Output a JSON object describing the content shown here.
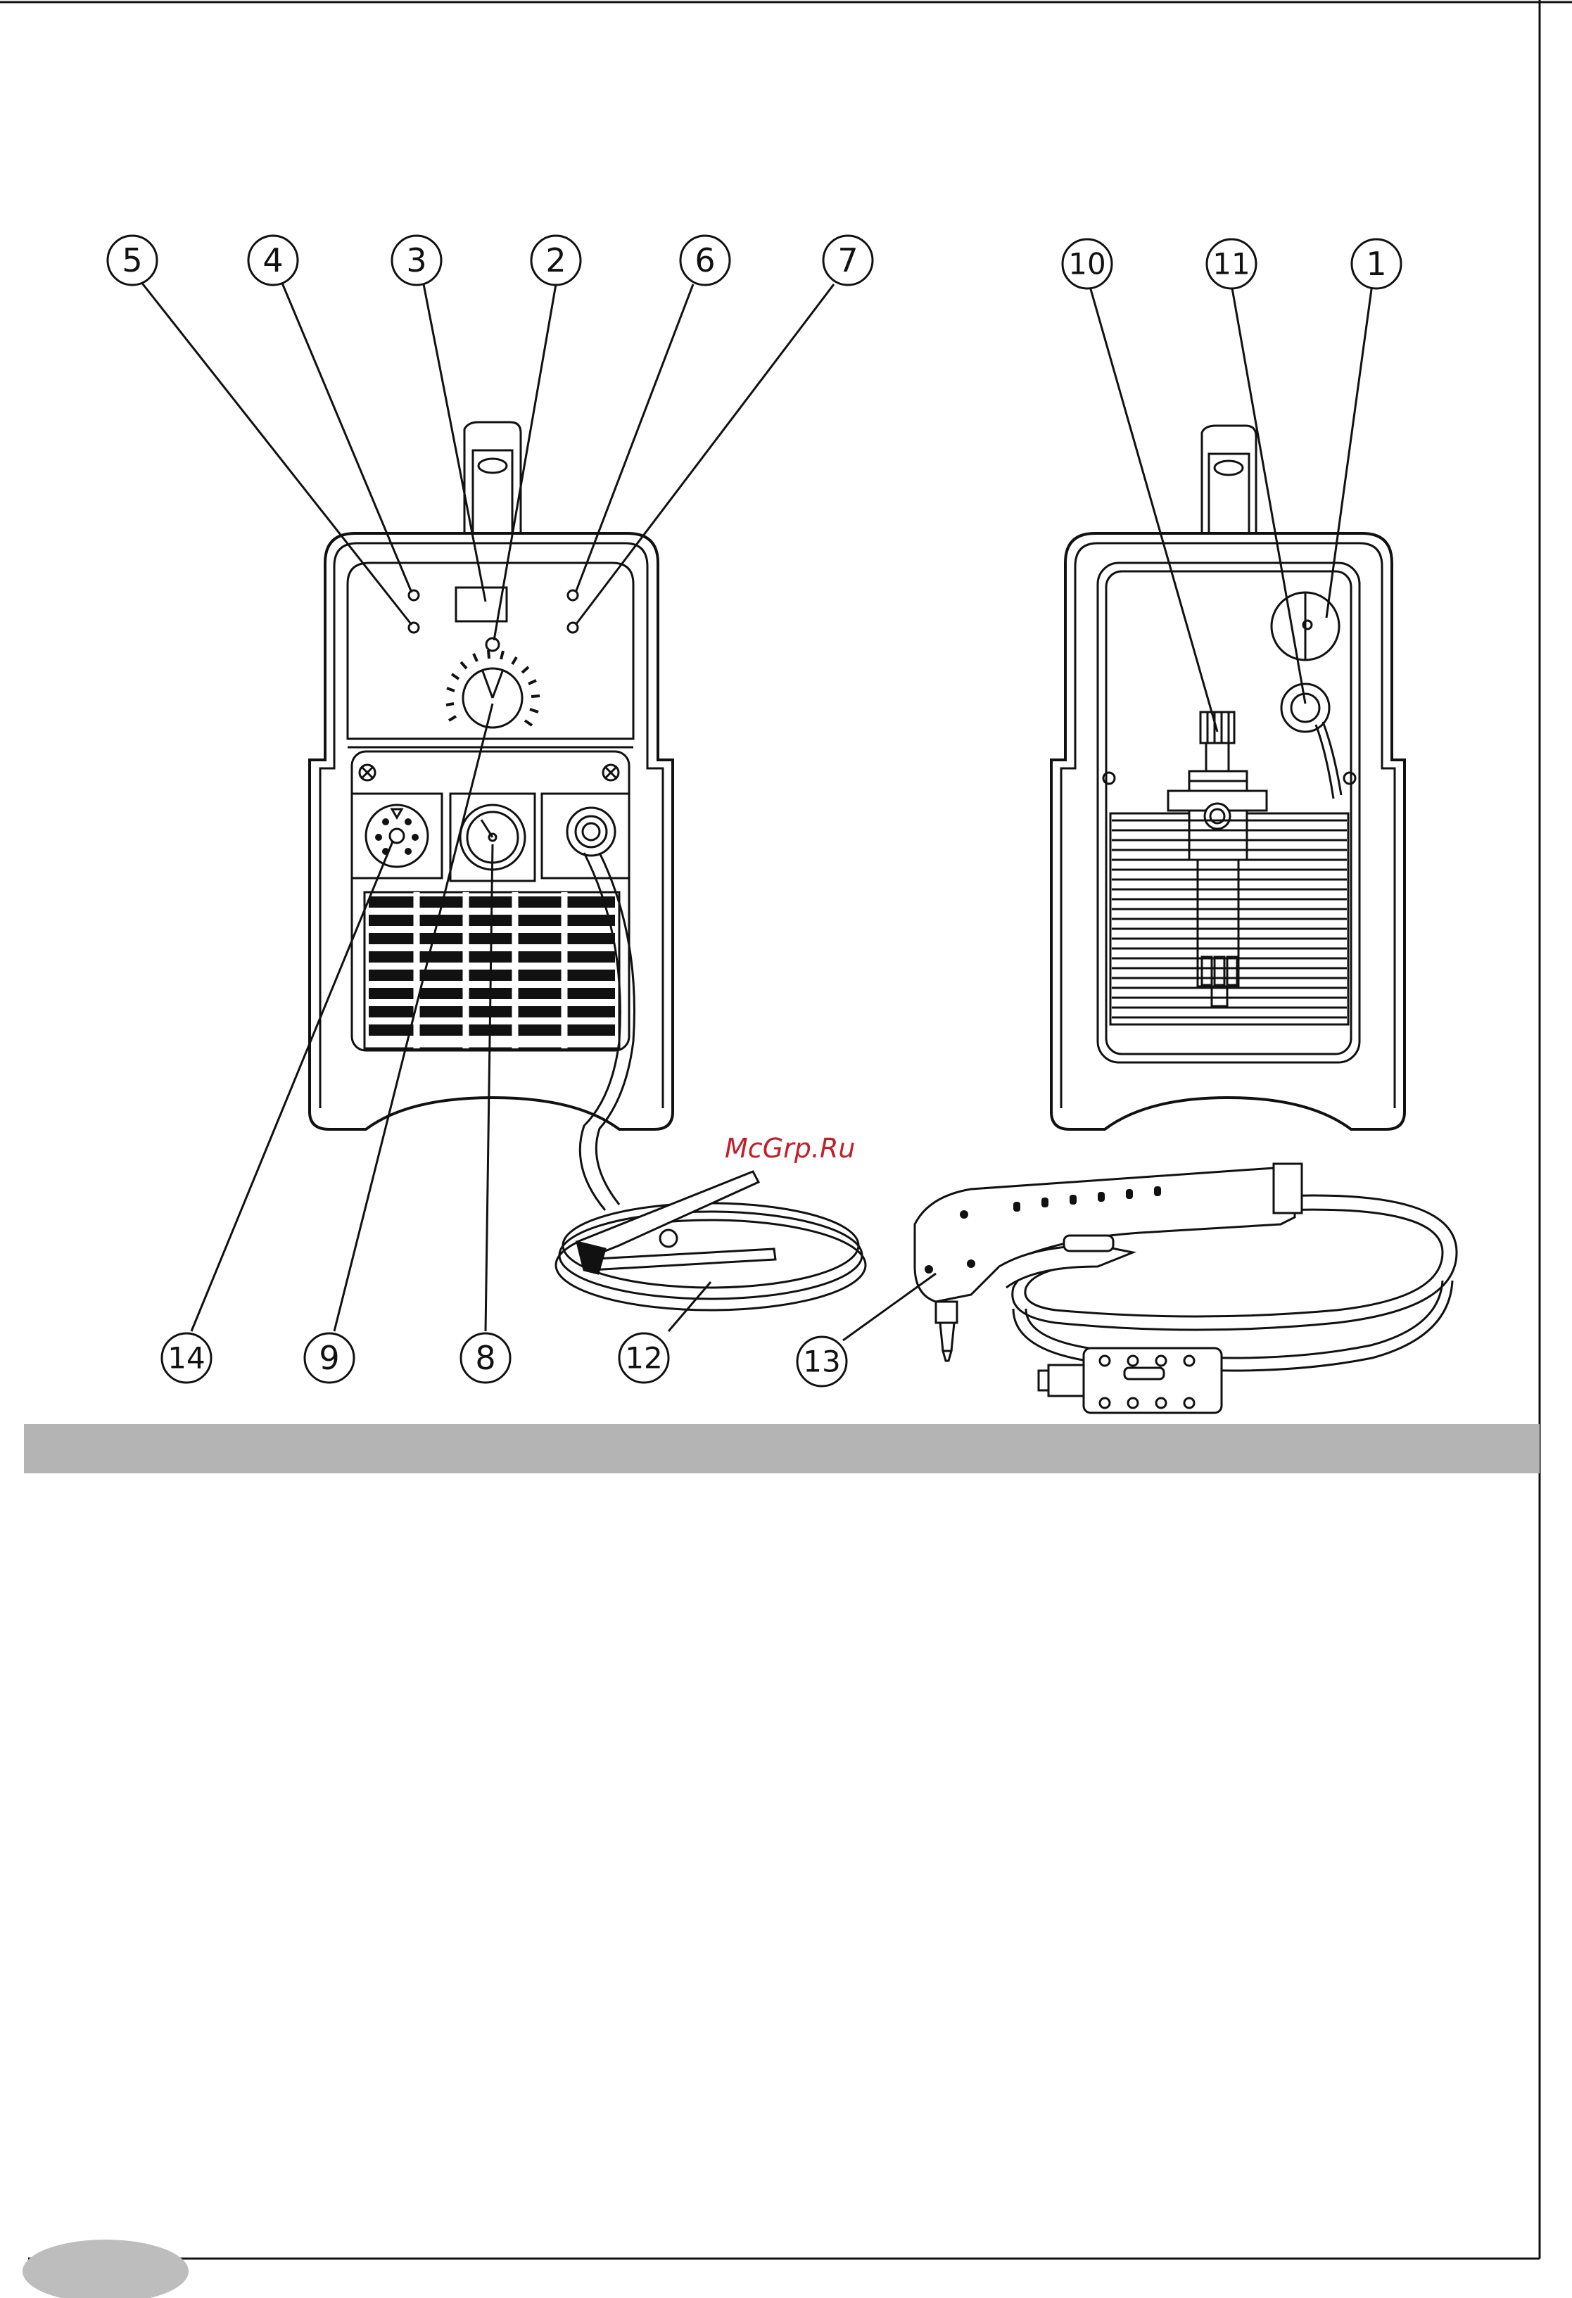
{
  "callouts": {
    "c1": "1",
    "c2": "2",
    "c3": "3",
    "c4": "4",
    "c5": "5",
    "c6": "6",
    "c7": "7",
    "c8": "8",
    "c9": "9",
    "c10": "10",
    "c11": "11",
    "c12": "12",
    "c13": "13",
    "c14": "14"
  },
  "watermark": "McGrp.Ru",
  "colors": {
    "line": "#111111",
    "band": "#b4b4b4",
    "watermark": "#c0202a",
    "page_tab": "#bdbdbd"
  }
}
